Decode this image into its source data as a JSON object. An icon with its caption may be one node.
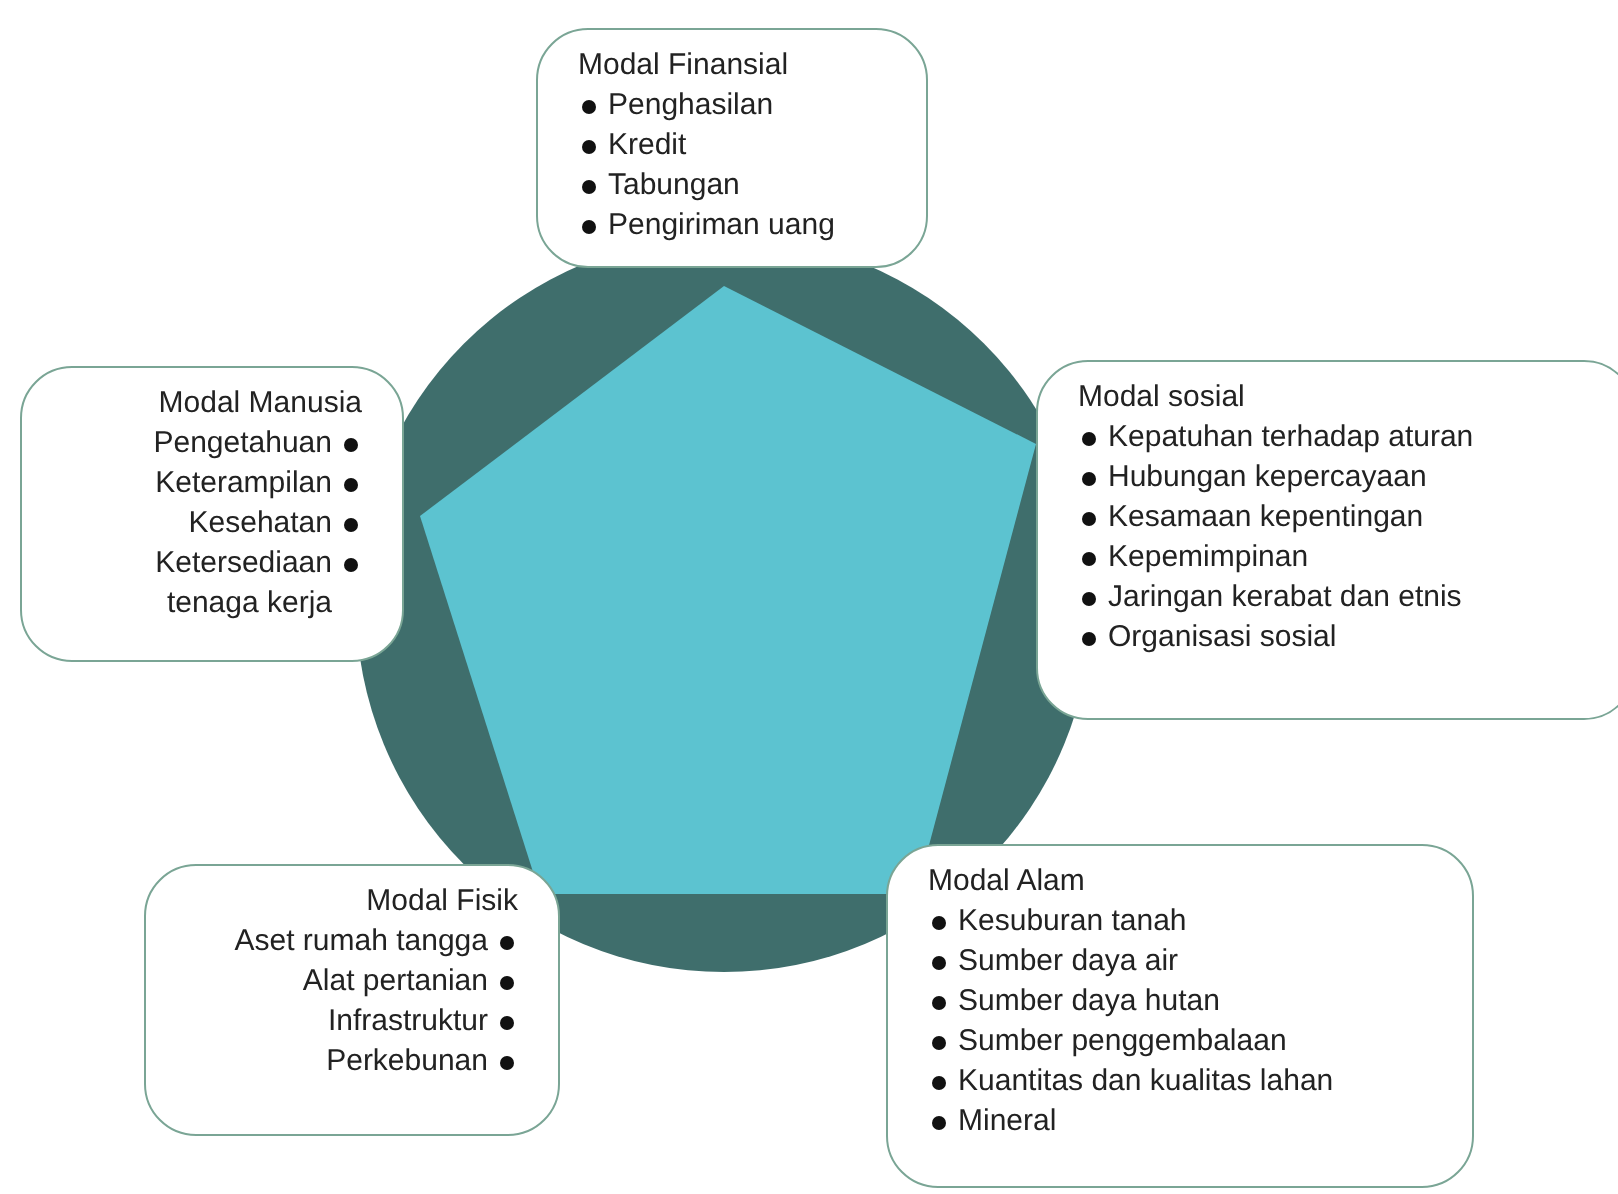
{
  "diagram": {
    "nodes": [
      {
        "text": [
          "Modal Finansial",
          "Penghasilan",
          "Kredit",
          "Tabungan",
          "Pengiriman uang"
        ]
      },
      {
        "text": [
          "Modal Manusia",
          "Pengetahuan",
          "Keterampilan",
          "Kesehatan",
          "Ketersediaan tenaga kerja"
        ]
      },
      {
        "text": [
          "Modal sosial",
          "Kepatuhan terhadap aturan",
          "Hubungan kepercayaan",
          "Kesamaan kepentingan",
          "Kepemimpinan",
          "Jaringan kerabat dan etnis",
          "Organisasi sosial"
        ]
      },
      {
        "text": [
          "Modal Fisik",
          "Aset rumah tangga",
          "Alat pertanian",
          "Infrastruktur",
          "Perkebunan"
        ]
      },
      {
        "text": [
          "Modal Alam",
          "Kesuburan tanah",
          "Sumber daya air",
          "Sumber daya hutan",
          "Sumber penggembalaan",
          "Kuantitas dan kualitas lahan",
          "Mineral"
        ]
      }
    ],
    "edges": []
  }
}
